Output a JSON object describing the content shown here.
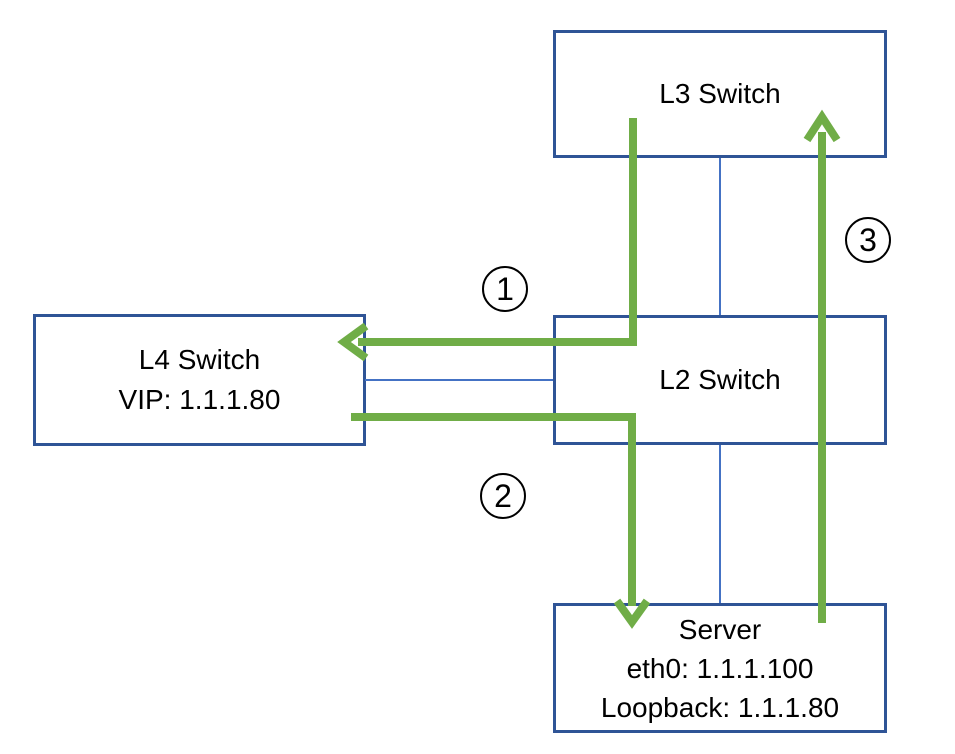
{
  "colors": {
    "box_border": "#2F5496",
    "connector_line": "#4472C4",
    "flow_arrow": "#70AD47",
    "text": "#000000",
    "background": "#FFFFFF",
    "badge_outline": "#000000"
  },
  "nodes": {
    "l3": {
      "lines": [
        "L3 Switch"
      ]
    },
    "l4": {
      "lines": [
        "L4 Switch",
        "VIP: 1.1.1.80"
      ]
    },
    "l2": {
      "lines": [
        "L2 Switch"
      ]
    },
    "server": {
      "lines": [
        "Server",
        "eth0: 1.1.1.100",
        "Loopback: 1.1.1.80"
      ]
    }
  },
  "flow_steps": [
    {
      "label": "1"
    },
    {
      "label": "2"
    },
    {
      "label": "3"
    }
  ]
}
